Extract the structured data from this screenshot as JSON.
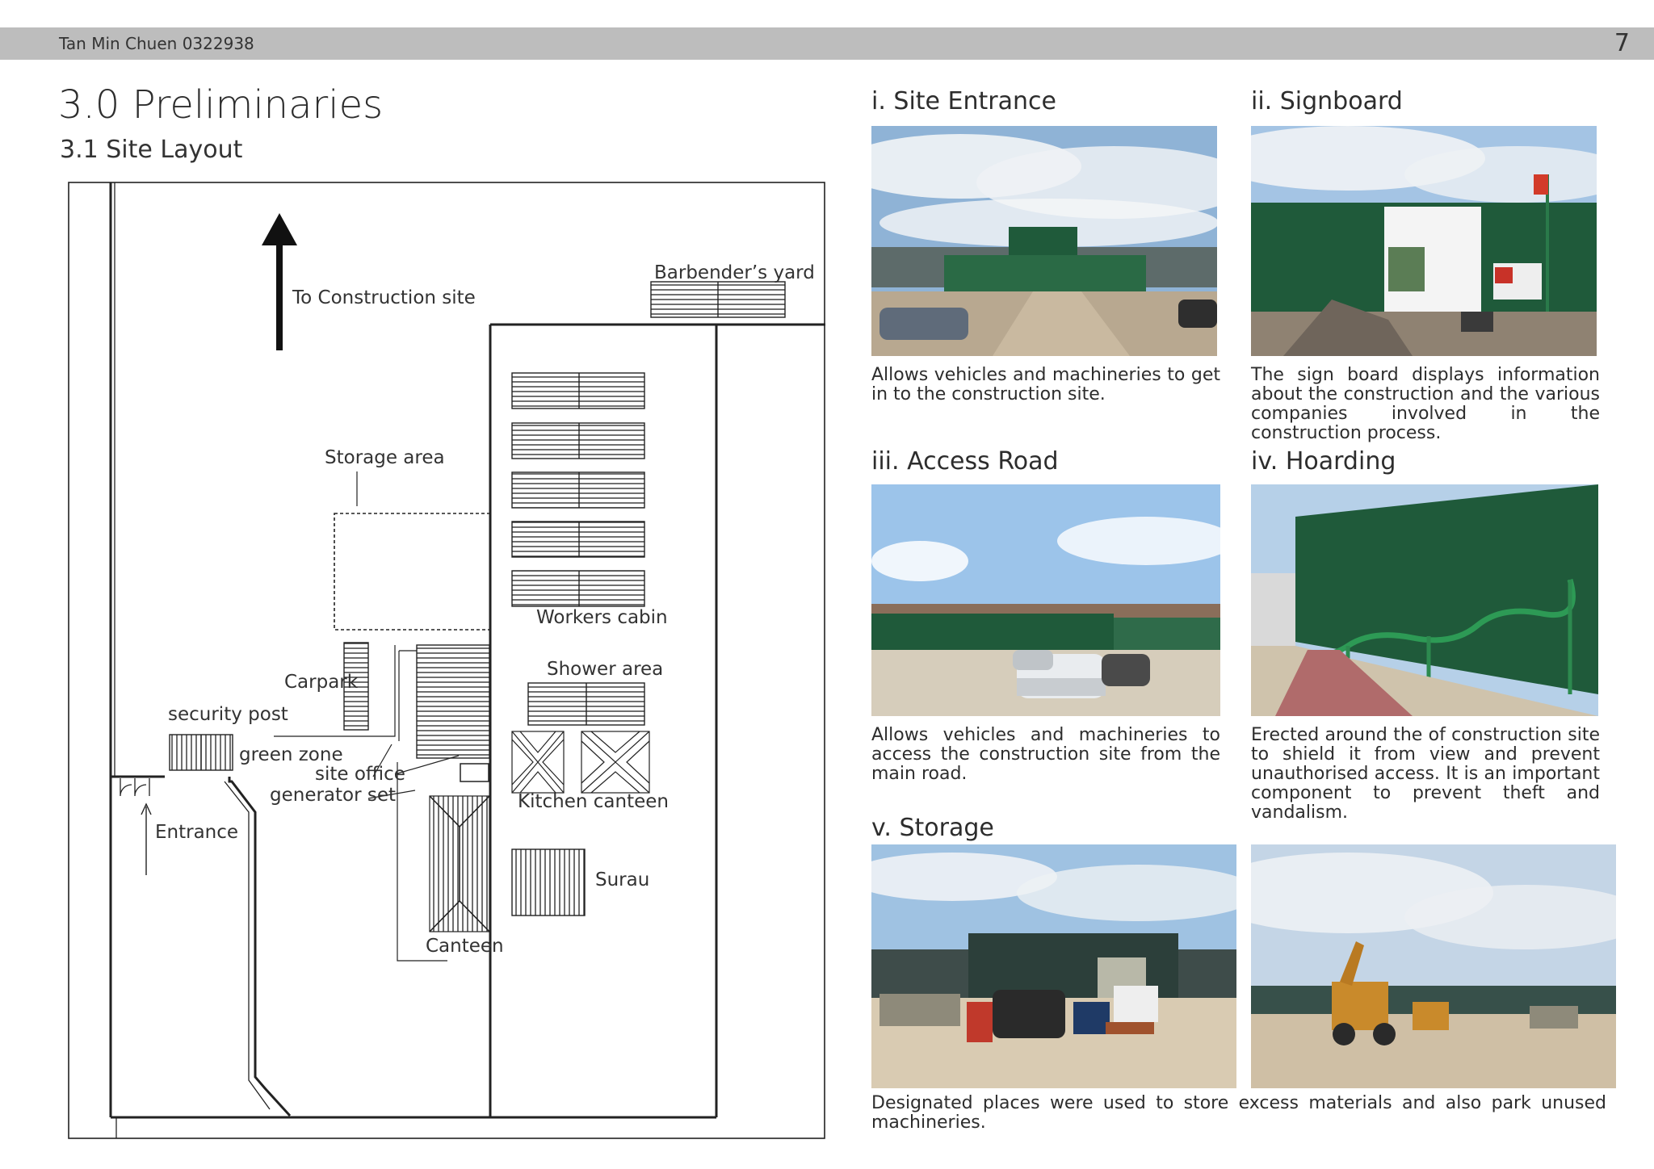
{
  "header": {
    "author": "Tan Min Chuen 0322938",
    "page_number": "7"
  },
  "section_title": "3.0  Preliminaries",
  "subsection_title": "3.1 Site Layout",
  "site_plan": {
    "labels": {
      "to_construction_site": "To Construction site",
      "barbenders_yard": "Barbender’s yard",
      "storage_area": "Storage area",
      "workers_cabin": "Workers cabin",
      "shower_area": "Shower area",
      "carpark": "Carpark",
      "security_post": "security post",
      "green_zone": "green zone",
      "site_office": "site office",
      "generator_set": "generator set",
      "kitchen_canteen": "Kitchen  canteen",
      "entrance": "Entrance",
      "surau": "Surau",
      "canteen": "Canteen"
    }
  },
  "photos": [
    {
      "caption": "i. Site Entrance",
      "description": "Allows vehicles and machineries to get in to the construction site."
    },
    {
      "caption": "ii. Signboard",
      "description": "The sign board displays information about the construction and the various companies involved in the construction process."
    },
    {
      "caption": "iii. Access Road",
      "description": "Allows vehicles and machineries to access the construction site from the main road."
    },
    {
      "caption": "iv. Hoarding",
      "description": "Erected around the of construction site to shield it from view and prevent unauthorised access. It is an important component to prevent theft and vandalism."
    },
    {
      "caption": "v. Storage",
      "description": "Designated places were used to store excess materials and also park unused machineries."
    }
  ],
  "colors": {
    "header_bar": "#bdbdbd",
    "hoarding_green": "#1f5a3a",
    "sky": "#a9c9e6",
    "ground": "#d8cbb4"
  }
}
